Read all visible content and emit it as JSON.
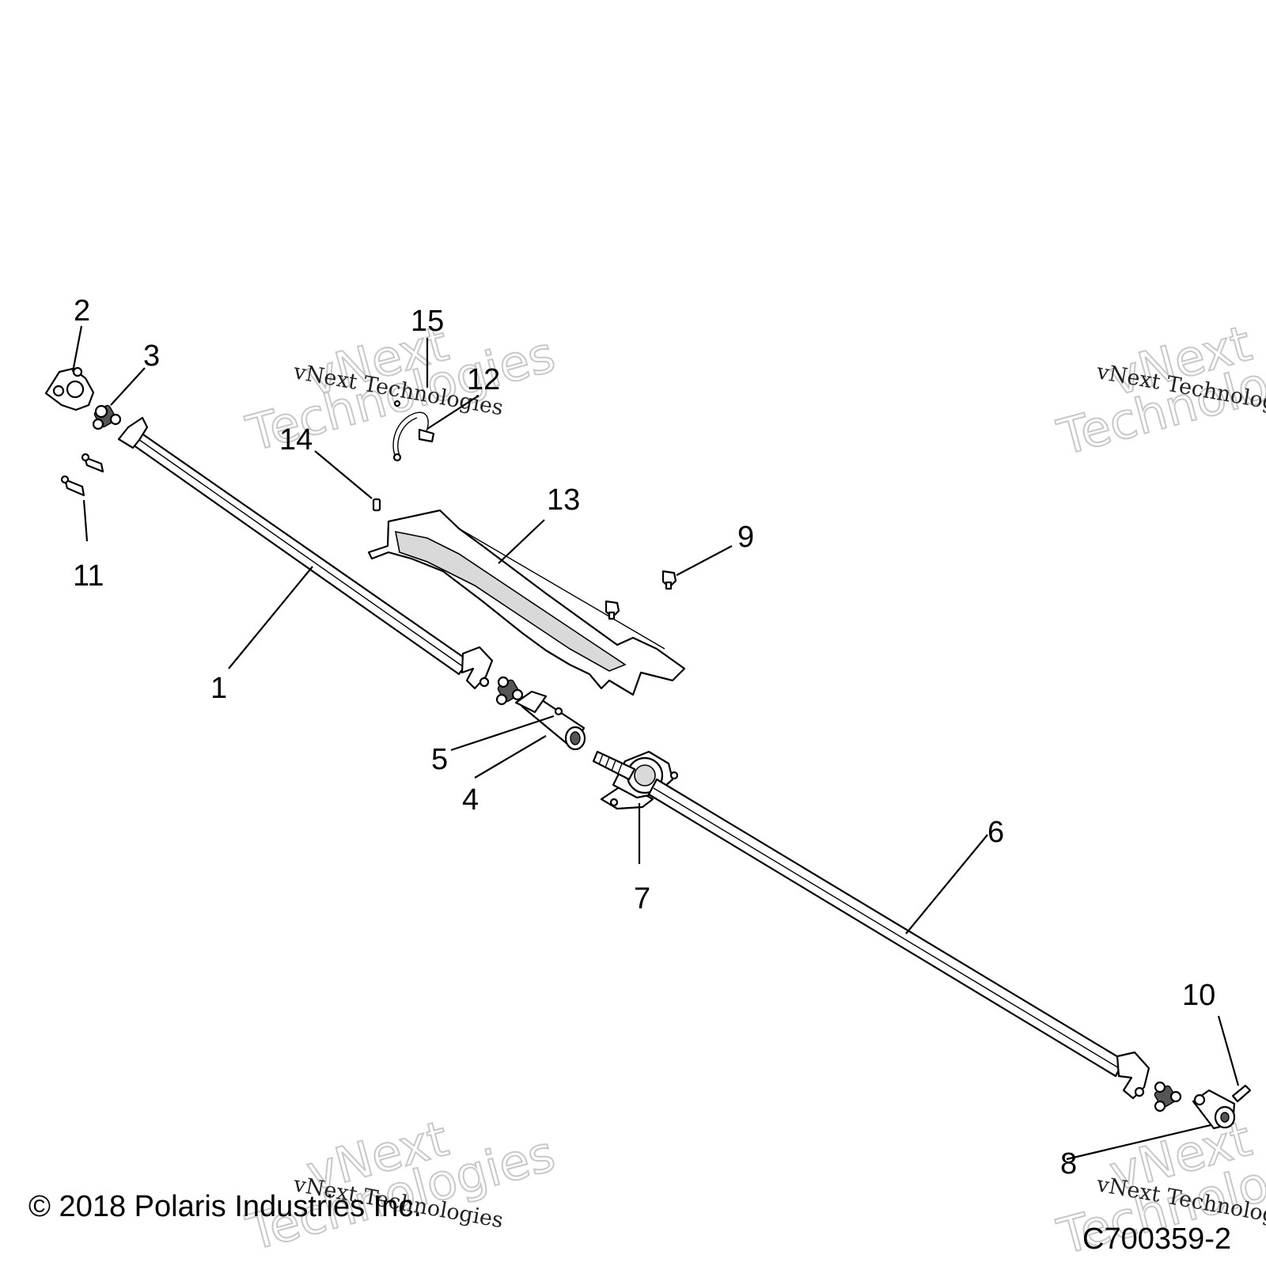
{
  "callouts": [
    "1",
    "2",
    "3",
    "4",
    "5",
    "6",
    "7",
    "8",
    "9",
    "10",
    "11",
    "12",
    "13",
    "14",
    "15"
  ],
  "watermark": {
    "line": "vNext Technologies",
    "word1": "vNext",
    "word2": "Technologies"
  },
  "footer": {
    "copyright": "© 2018 Polaris Industries Inc.",
    "code": "C700359-2"
  }
}
